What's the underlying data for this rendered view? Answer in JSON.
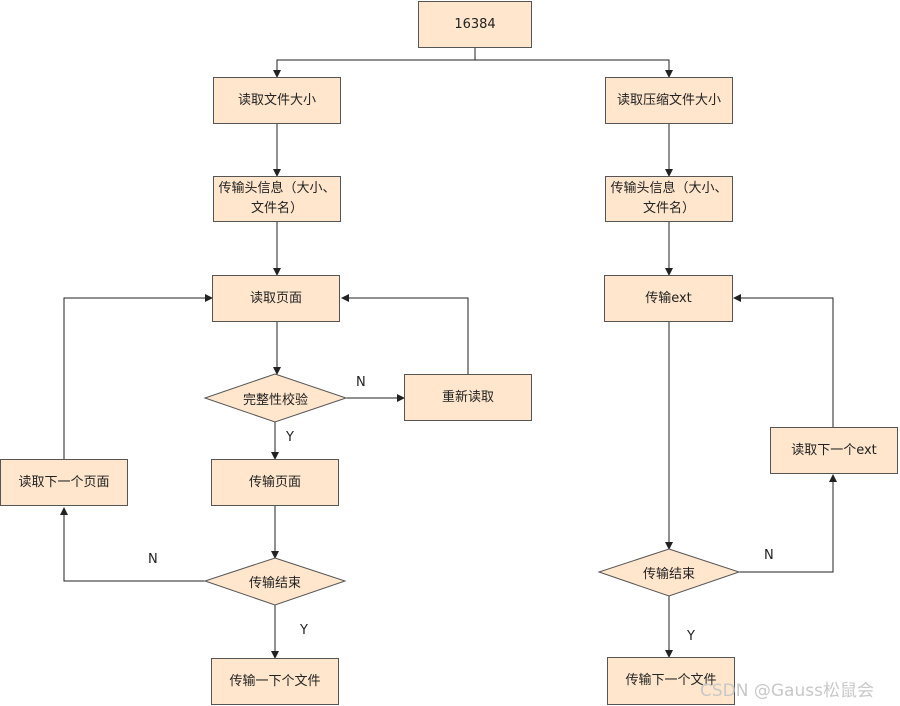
{
  "diagram": {
    "root": "16384",
    "left_branch": {
      "read_size": "读取文件大小",
      "send_header_line1": "传输头信息（大小、",
      "send_header_line2": "文件名）",
      "read_page": "读取页面",
      "integrity_check": "完整性校验",
      "reread": "重新读取",
      "send_page": "传输页面",
      "send_end": "传输结束",
      "read_next_page": "读取下一个页面",
      "send_next_file": "传输一下个文件"
    },
    "right_branch": {
      "read_compressed_size": "读取压缩文件大小",
      "send_header_line1": "传输头信息（大小、",
      "send_header_line2": "文件名）",
      "send_ext": "传输ext",
      "read_next_ext": "读取下一个ext",
      "send_end": "传输结束",
      "send_next_file": "传输下一个文件"
    },
    "labels": {
      "n_check": "N",
      "y_check": "Y",
      "n_left_end": "N",
      "y_left_end": "Y",
      "n_right_end": "N",
      "y_right_end": "Y"
    },
    "watermark": "CSDN @Gauss松鼠会",
    "colors": {
      "node_fill": "#ffe6cc",
      "node_stroke": "#555555",
      "edge": "#222222"
    }
  }
}
